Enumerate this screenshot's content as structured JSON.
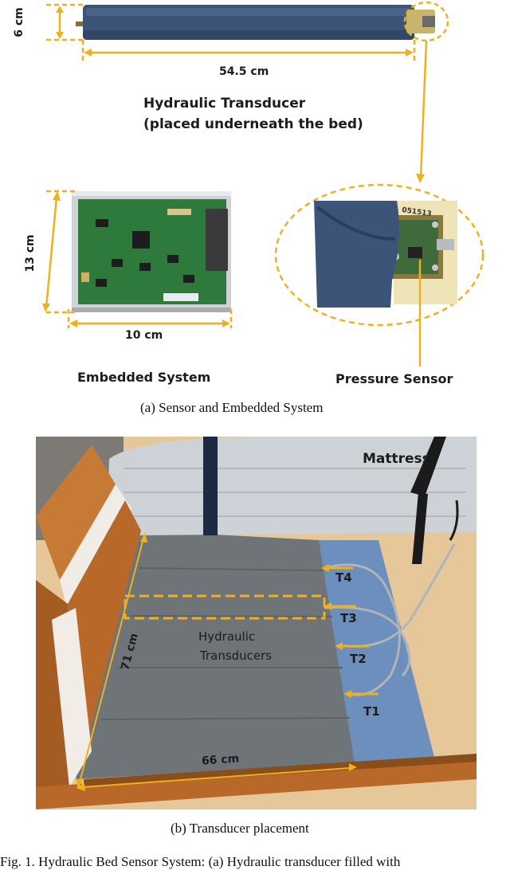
{
  "panel_a": {
    "dim_height": "6 cm",
    "dim_length": "54.5 cm",
    "transducer_title": "Hydraulic Transducer",
    "transducer_subtitle": "(placed underneath the bed)",
    "dim_board_height": "13 cm",
    "dim_board_width": "10 cm",
    "chip_label": "051513",
    "embedded_label": "Embedded System",
    "pressure_label": "Pressure Sensor",
    "caption": "(a) Sensor and Embedded System"
  },
  "panel_b": {
    "mattress_label": "Mattress",
    "tag_t4": "T4",
    "tag_t3": "T3",
    "tag_t2": "T2",
    "tag_t1": "T1",
    "dim_vertical": "71 cm",
    "transducers_line1": "Hydraulic",
    "transducers_line2": "Transducers",
    "dim_horizontal": "66 cm",
    "caption": "(b) Transducer placement"
  },
  "fig_caption": "Fig. 1.   Hydraulic Bed Sensor System: (a) Hydraulic transducer filled with",
  "colors": {
    "accent": "#f0b01e",
    "transducer_blue": "#3b5478",
    "pcb_green": "#2e7a3c",
    "mat_gray": "#6f7479",
    "wood": "#b8692a",
    "denim": "#6d8fbe",
    "plywood": "#e6c79a"
  }
}
